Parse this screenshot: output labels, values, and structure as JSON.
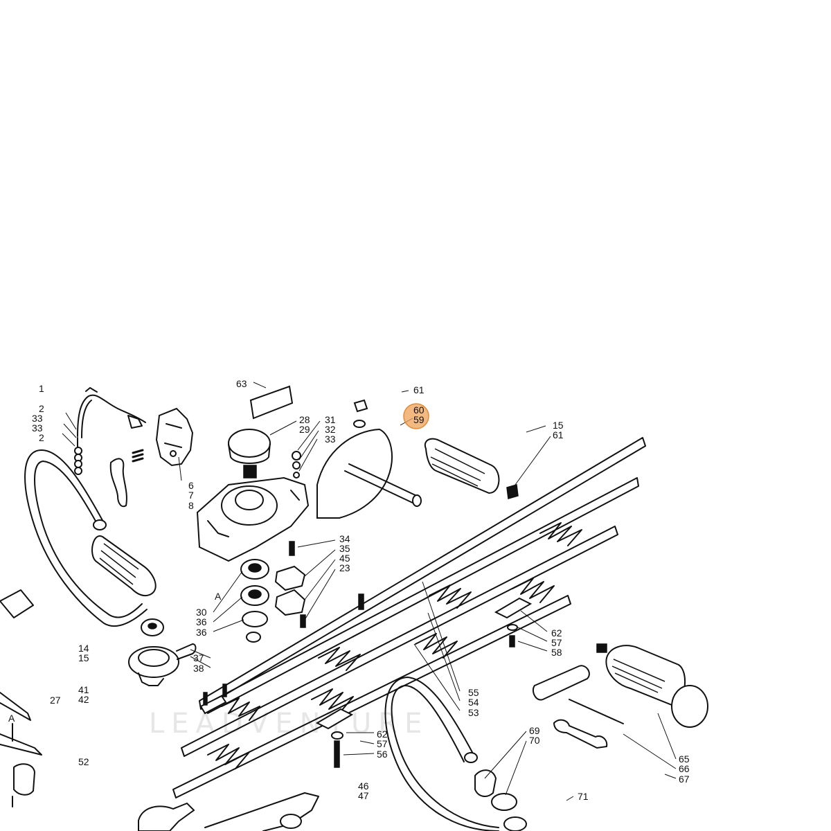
{
  "watermark": "LEADVENTURE",
  "highlight_color": "#f0a257",
  "highlighted_callout": "60",
  "callouts": {
    "c1": "1",
    "c2a": "2",
    "c33a": "33",
    "c33b": "33",
    "c2b": "2",
    "c6": "6",
    "c7": "7",
    "c8": "8",
    "c63": "63",
    "c28": "28",
    "c29": "29",
    "c31": "31",
    "c32": "32",
    "c33c": "33",
    "c61a": "61",
    "c60": "60",
    "c59": "59",
    "c15a": "15",
    "c61b": "61",
    "c34": "34",
    "c35": "35",
    "c45": "45",
    "c23": "23",
    "c30": "30",
    "c36a": "36",
    "c36b": "36",
    "c37": "37",
    "c38": "38",
    "c14": "14",
    "c15b": "15",
    "c41": "41",
    "c42": "42",
    "c27": "27",
    "c52": "52",
    "cA1": "A",
    "cA2": "A",
    "c62a": "62",
    "c57a": "57",
    "c58": "58",
    "c55": "55",
    "c54": "54",
    "c53": "53",
    "c62b": "62",
    "c57b": "57",
    "c56": "56",
    "c46": "46",
    "c47": "47",
    "c69": "69",
    "c70": "70",
    "c65": "65",
    "c66": "66",
    "c67": "67",
    "c71": "71"
  }
}
